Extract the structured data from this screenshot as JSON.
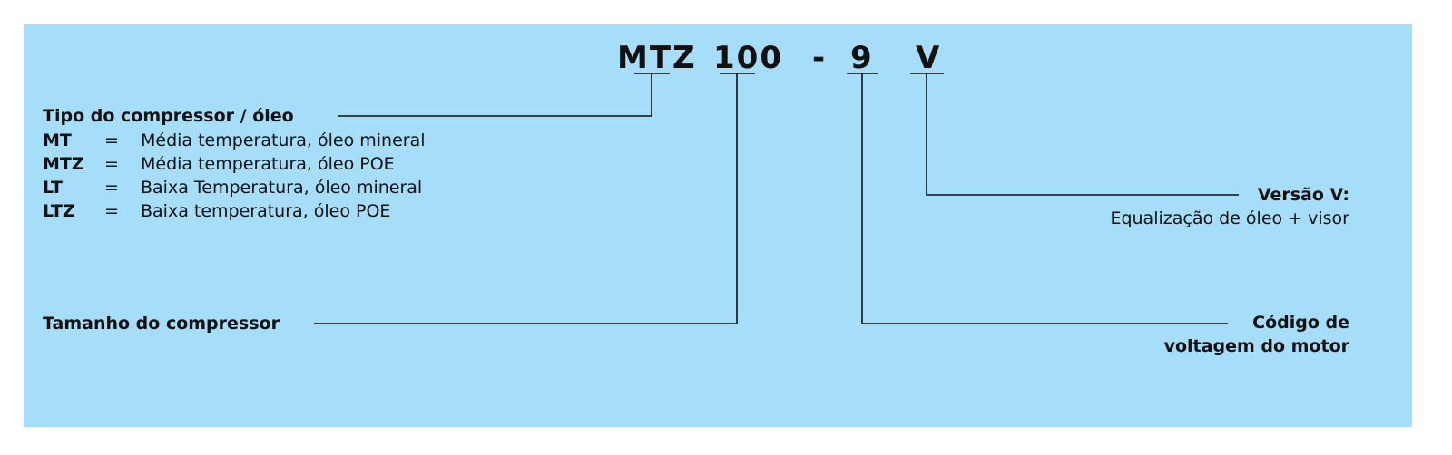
{
  "code": {
    "series": "MTZ",
    "size": "100",
    "dash": "-",
    "voltage": "9",
    "version": "V"
  },
  "type_section": {
    "title": "Tipo do compressor / óleo",
    "rows": [
      {
        "key": "MT",
        "eq": "=",
        "desc": "Média temperatura, óleo mineral"
      },
      {
        "key": "MTZ",
        "eq": "=",
        "desc": "Média temperatura, óleo POE"
      },
      {
        "key": "LT",
        "eq": "=",
        "desc": "Baixa Temperatura, óleo mineral"
      },
      {
        "key": "LTZ",
        "eq": "=",
        "desc": "Baixa temperatura, óleo POE"
      }
    ]
  },
  "size_label": "Tamanho do compressor",
  "version_section": {
    "title": "Versão V:",
    "desc": "Equalização de óleo + visor"
  },
  "voltage_section": {
    "line1": "Código de",
    "line2": "voltagem do motor"
  },
  "colors": {
    "panel": "#a6ddf8",
    "text": "#111111"
  }
}
